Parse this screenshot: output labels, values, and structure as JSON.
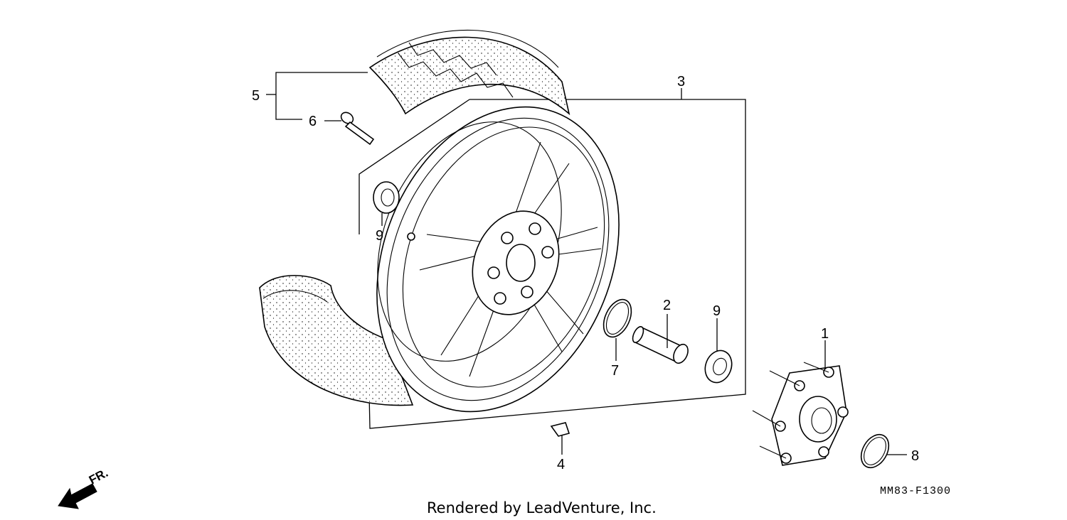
{
  "callouts": {
    "c1": "1",
    "c2": "2",
    "c3": "3",
    "c4": "4",
    "c5": "5",
    "c6": "6",
    "c7": "7",
    "c8": "8",
    "c9a": "9",
    "c9b": "9"
  },
  "direction_label": "FR.",
  "diagram_code": "MM83-F1300",
  "credit": "Rendered by LeadVenture, Inc."
}
